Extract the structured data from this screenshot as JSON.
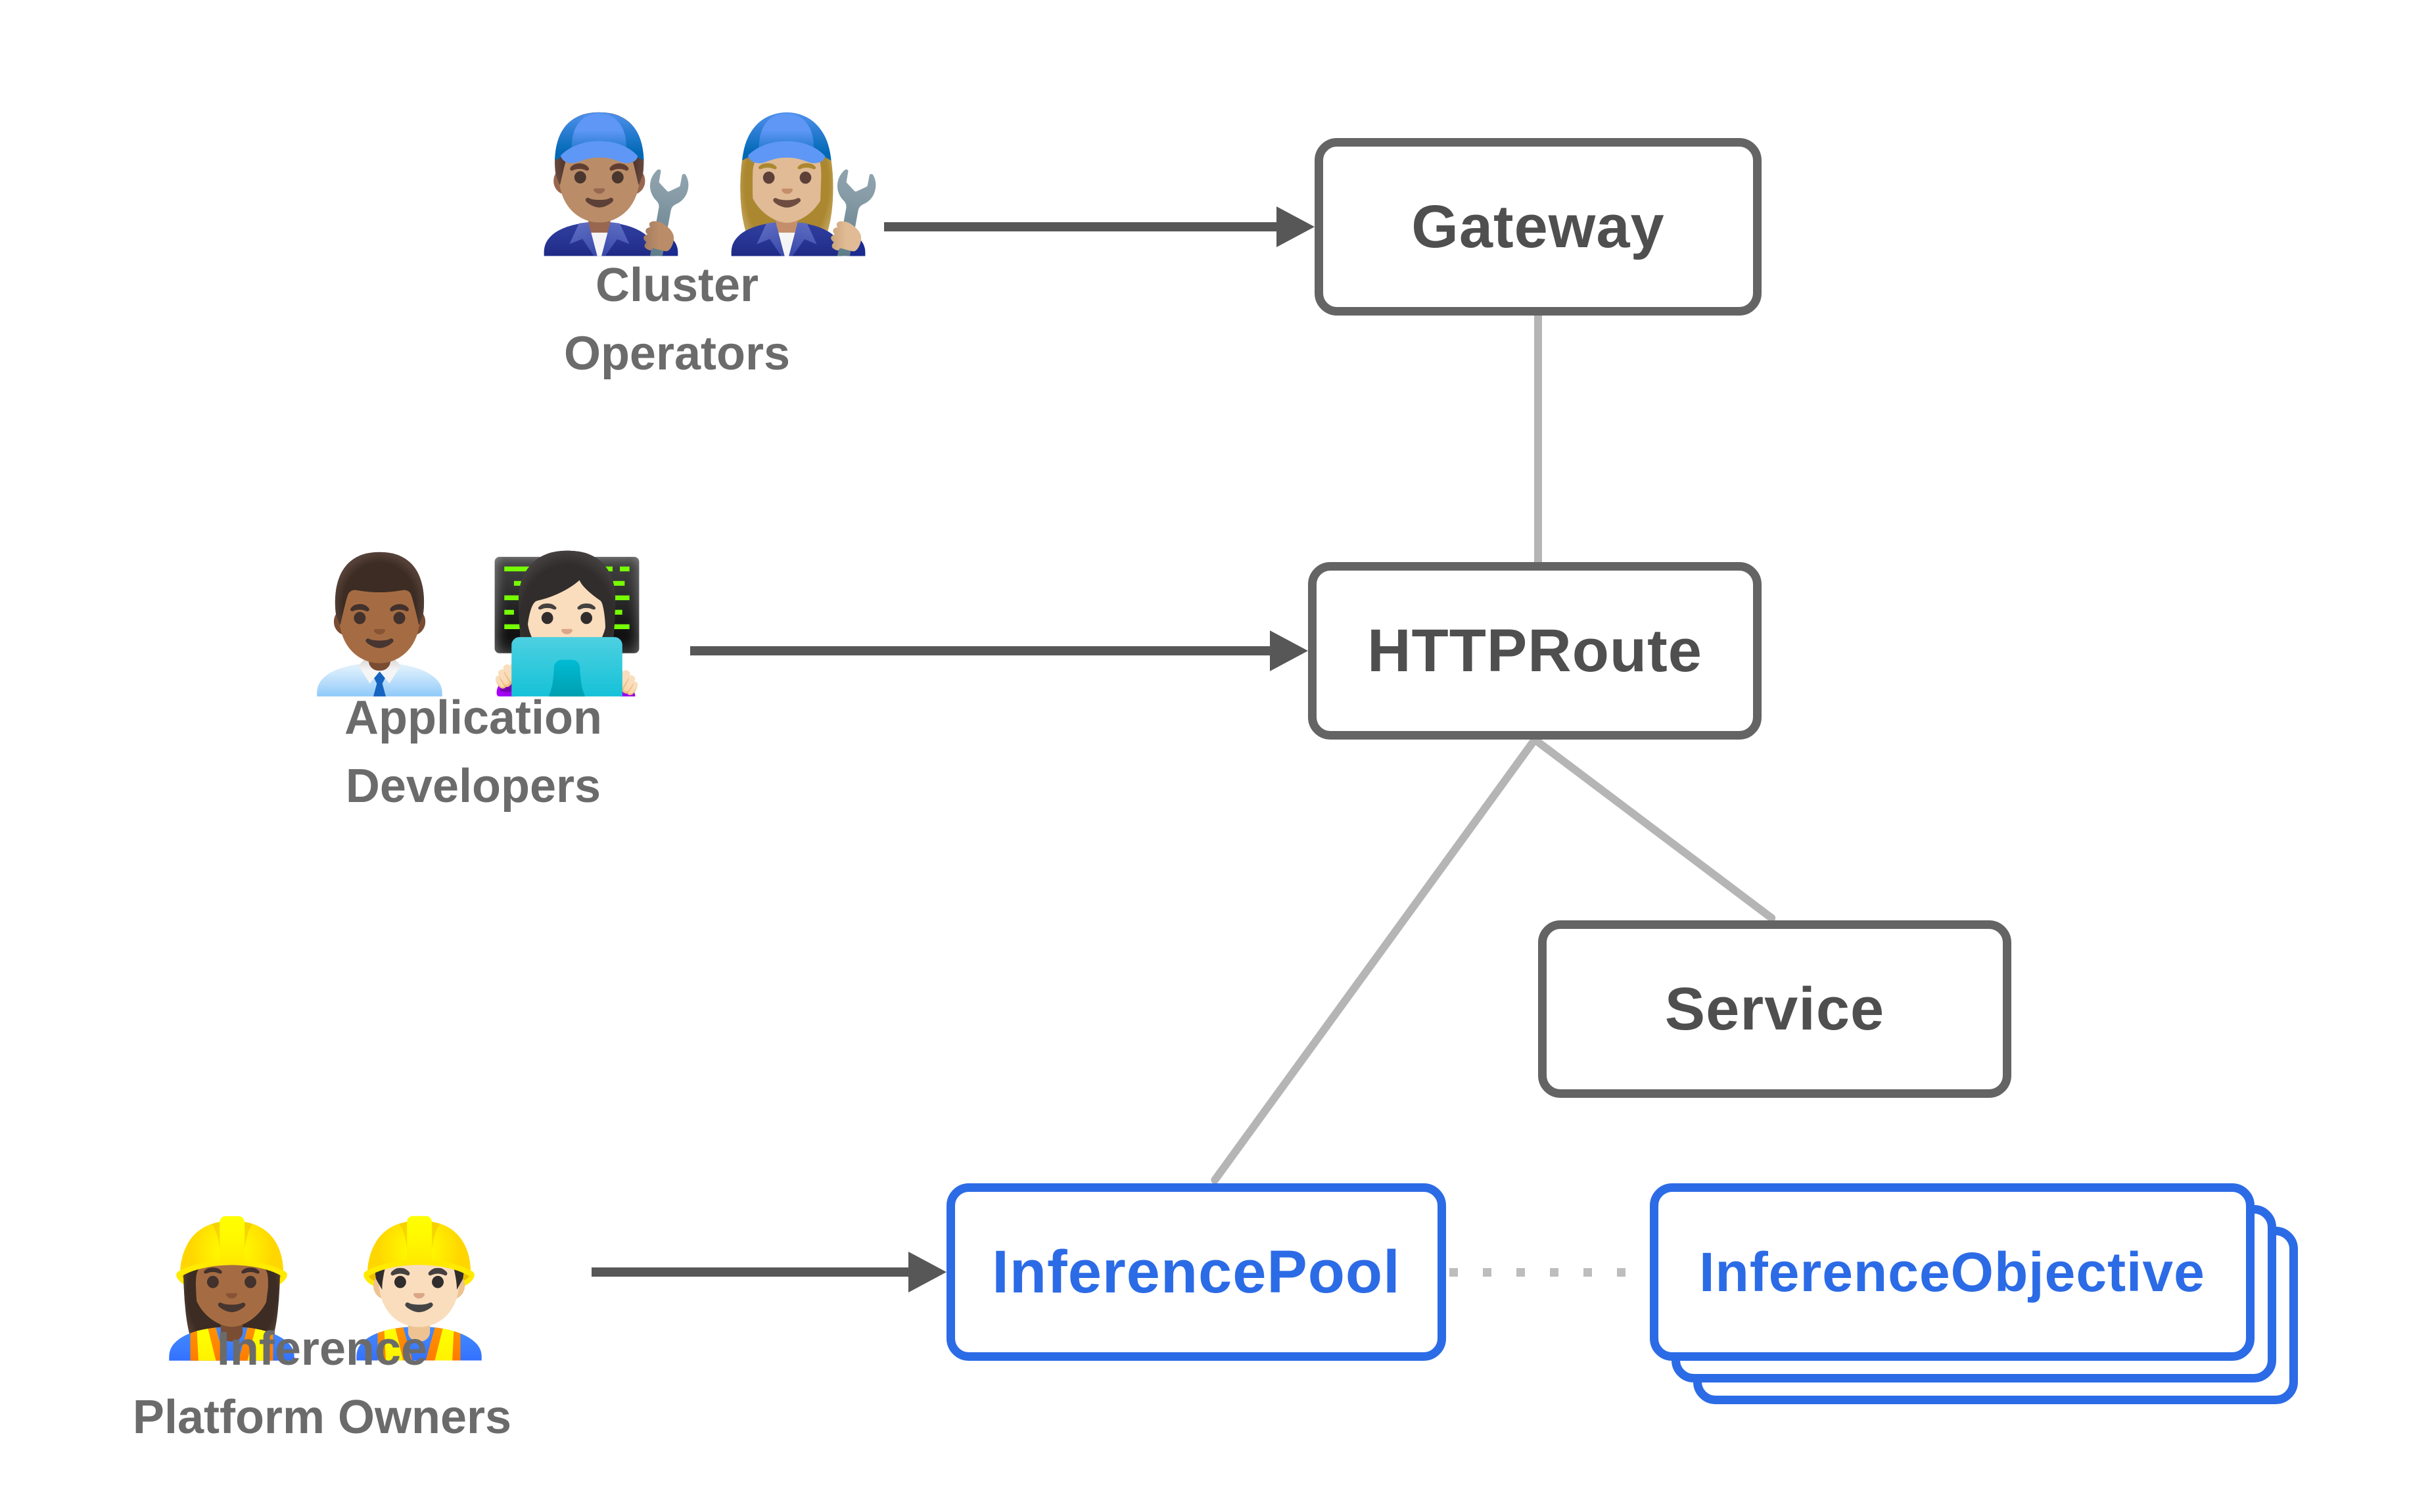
{
  "diagram": {
    "actors": {
      "cluster_operators": {
        "emojis": [
          "👨🏽‍🔧",
          "👩🏼‍🔧"
        ],
        "line1": "Cluster",
        "line2": "Operators"
      },
      "application_developers": {
        "emojis": [
          "👨🏾‍💼",
          "👩🏻‍💻"
        ],
        "line1": "Application",
        "line2": "Developers"
      },
      "inference_platform_owners": {
        "emojis": [
          "👷🏾‍♀️",
          "👷🏻‍♂️"
        ],
        "line1": "Inference",
        "line2": "Platform Owners"
      }
    },
    "nodes": {
      "gateway": {
        "label": "Gateway"
      },
      "httproute": {
        "label": "HTTPRoute"
      },
      "service": {
        "label": "Service"
      },
      "inference_pool": {
        "label": "InferencePool"
      },
      "inference_objective": {
        "label": "InferenceObjective"
      }
    },
    "colors": {
      "node_border_gray": "#646464",
      "node_text_gray": "#4f4f4f",
      "actor_text_gray": "#6b6b6b",
      "arrow_dark_gray": "#575757",
      "connector_light_gray": "#b5b5b5",
      "dotted_gray": "#bdbdbd",
      "blue_accent": "#2c6be6",
      "background": "#ffffff"
    }
  }
}
